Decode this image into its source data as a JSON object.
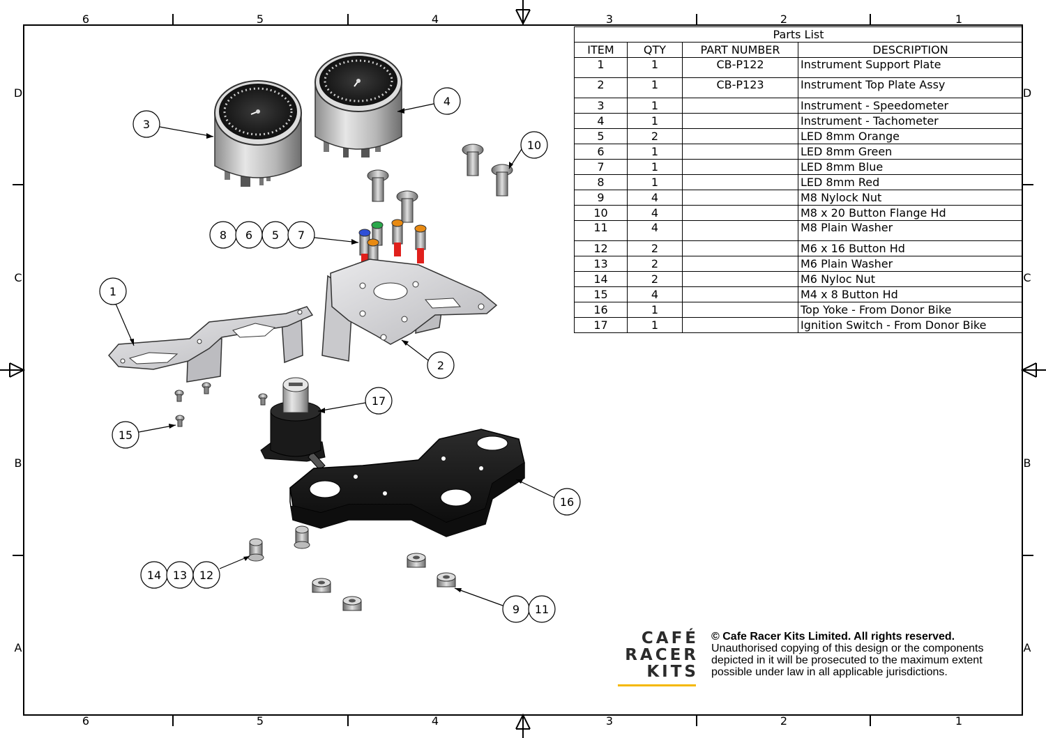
{
  "zones": {
    "columns": [
      "6",
      "5",
      "4",
      "3",
      "2",
      "1"
    ],
    "rows": [
      "D",
      "C",
      "B",
      "A"
    ]
  },
  "parts_list": {
    "title": "Parts List",
    "headers": [
      "ITEM",
      "QTY",
      "PART NUMBER",
      "DESCRIPTION"
    ],
    "rows": [
      {
        "item": "1",
        "qty": "1",
        "part": "CB-P122",
        "desc": "Instrument Support Plate"
      },
      {
        "item": "2",
        "qty": "1",
        "part": "CB-P123",
        "desc": "Instrument Top Plate Assy"
      },
      {
        "item": "3",
        "qty": "1",
        "part": "",
        "desc": "Instrument - Speedometer"
      },
      {
        "item": "4",
        "qty": "1",
        "part": "",
        "desc": "Instrument - Tachometer"
      },
      {
        "item": "5",
        "qty": "2",
        "part": "",
        "desc": "LED 8mm Orange"
      },
      {
        "item": "6",
        "qty": "1",
        "part": "",
        "desc": "LED 8mm Green"
      },
      {
        "item": "7",
        "qty": "1",
        "part": "",
        "desc": "LED 8mm Blue"
      },
      {
        "item": "8",
        "qty": "1",
        "part": "",
        "desc": "LED 8mm Red"
      },
      {
        "item": "9",
        "qty": "4",
        "part": "",
        "desc": "M8 Nylock Nut"
      },
      {
        "item": "10",
        "qty": "4",
        "part": "",
        "desc": "M8 x 20 Button Flange Hd"
      },
      {
        "item": "11",
        "qty": "4",
        "part": "",
        "desc": "M8 Plain Washer"
      },
      {
        "item": "12",
        "qty": "2",
        "part": "",
        "desc": "M6 x 16 Button Hd"
      },
      {
        "item": "13",
        "qty": "2",
        "part": "",
        "desc": "M6 Plain Washer"
      },
      {
        "item": "14",
        "qty": "2",
        "part": "",
        "desc": "M6 Nyloc Nut"
      },
      {
        "item": "15",
        "qty": "4",
        "part": "",
        "desc": "M4 x 8 Button Hd"
      },
      {
        "item": "16",
        "qty": "1",
        "part": "",
        "desc": "Top Yoke - From Donor Bike"
      },
      {
        "item": "17",
        "qty": "1",
        "part": "",
        "desc": "Ignition Switch - From Donor Bike"
      }
    ]
  },
  "balloons": [
    "3",
    "4",
    "10",
    "8",
    "6",
    "5",
    "7",
    "1",
    "2",
    "17",
    "15",
    "16",
    "14",
    "13",
    "12",
    "9",
    "11"
  ],
  "logo": {
    "line1": "CAFÉ",
    "line2": "RACER",
    "line3": "KITS",
    "accent_color": "#f5b800"
  },
  "copyright": {
    "heading": "© Cafe Racer Kits Limited. All rights reserved.",
    "body": "Unauthorised copying of this design or the components depicted in it will be prosecuted to the maximum extent possible under law in all applicable jurisdictions."
  },
  "colors": {
    "led_red": "#e0201c",
    "led_blue": "#2f4fd6",
    "led_green": "#2aa84a",
    "led_orange": "#e88a12",
    "yoke": "#1a1a1a",
    "plate": "#d4d4d6"
  }
}
